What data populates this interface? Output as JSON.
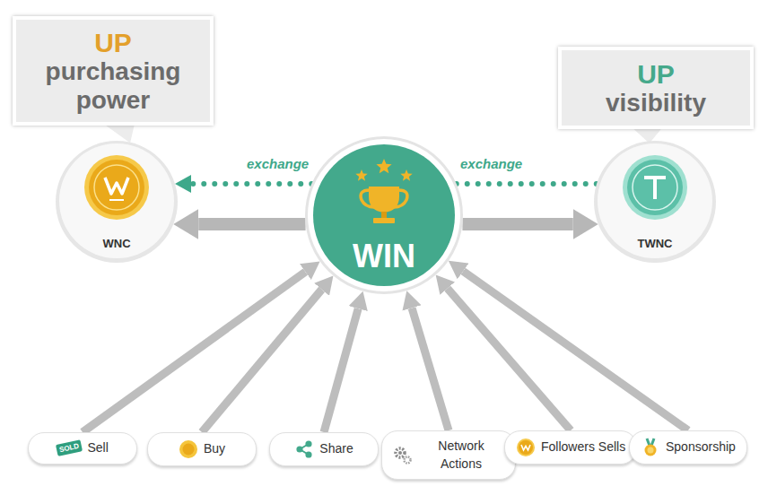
{
  "diagram": {
    "nodes": [
      {
        "text": [
          "UP",
          "purchasing power"
        ]
      },
      {
        "text": [
          "UP",
          "visibility"
        ]
      },
      {
        "text": [
          "WNC"
        ]
      },
      {
        "text": [
          "WIN"
        ]
      },
      {
        "text": [
          "TWNC"
        ]
      },
      {
        "text": [
          "Sell"
        ]
      },
      {
        "text": [
          "Buy"
        ]
      },
      {
        "text": [
          "Share"
        ]
      },
      {
        "text": [
          "Network Actions"
        ]
      },
      {
        "text": [
          "Followers Sells"
        ]
      },
      {
        "text": [
          "Sponsorship"
        ]
      }
    ],
    "edges": [
      {
        "from": 3,
        "to": 2,
        "arrow": "to"
      },
      {
        "from": 3,
        "to": 4,
        "arrow": "to"
      },
      {
        "from": 3,
        "to": 2,
        "label": "exchange",
        "arrow": "to"
      },
      {
        "from": 3,
        "to": 4,
        "label": "exchange",
        "arrow": "none"
      },
      {
        "from": 5,
        "to": 3,
        "arrow": "to"
      },
      {
        "from": 6,
        "to": 3,
        "arrow": "to"
      },
      {
        "from": 7,
        "to": 3,
        "arrow": "to"
      },
      {
        "from": 8,
        "to": 3,
        "arrow": "to"
      },
      {
        "from": 9,
        "to": 3,
        "arrow": "to"
      },
      {
        "from": 10,
        "to": 3,
        "arrow": "to"
      }
    ],
    "labels": [
      "SOLD"
    ]
  }
}
